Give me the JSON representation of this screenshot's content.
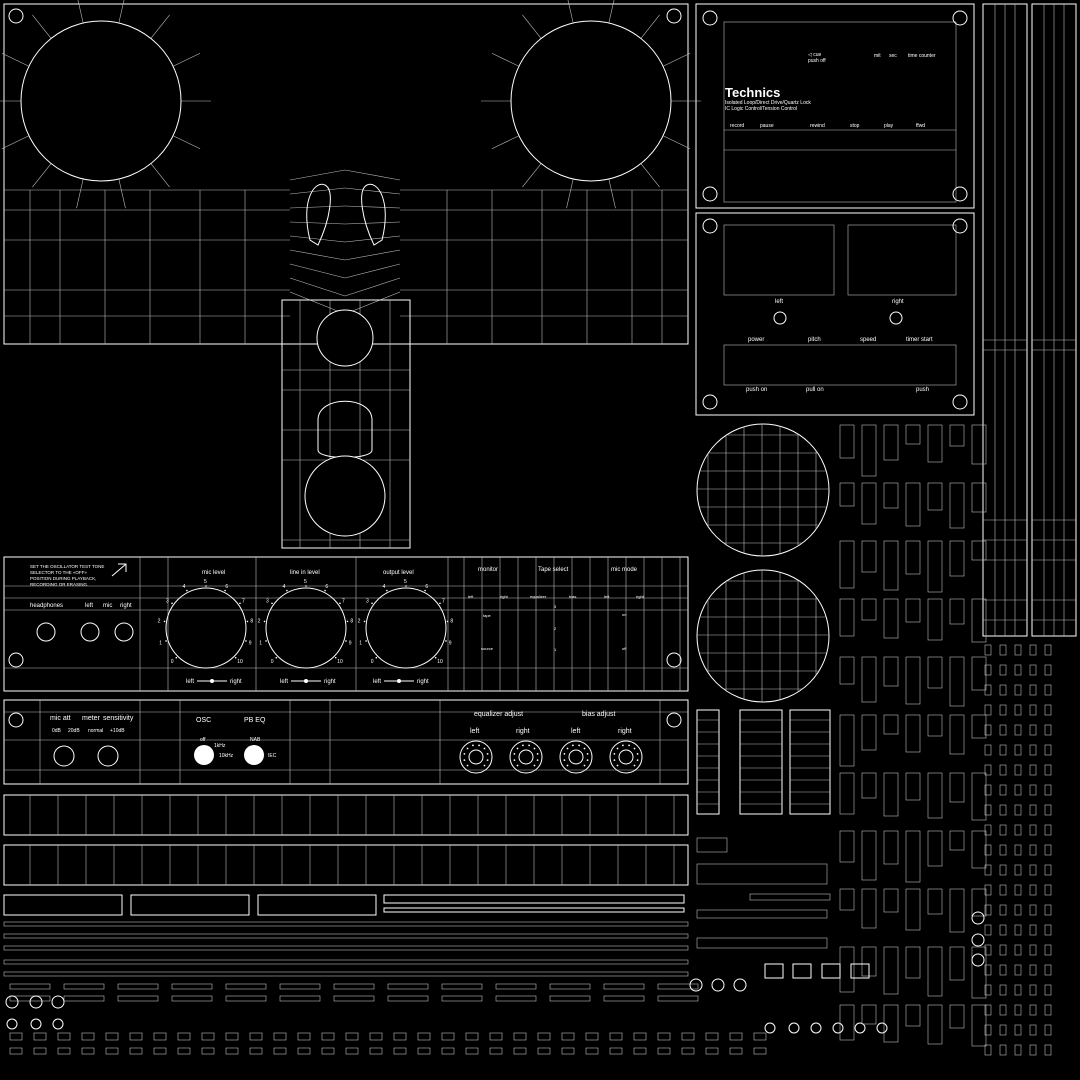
{
  "texture_sheet": {
    "brand_panel": {
      "brand": "Technics",
      "tagline_1": "Isolated Loop/Direct Drive/Quartz Lock",
      "tagline_2": "IC Logic Control/Tension Control",
      "top_labels": [
        "cue\npush off",
        "mit",
        "sec",
        "time counter"
      ],
      "transport_labels": [
        "record",
        "pause",
        "rewind",
        "stop",
        "play",
        "ffwd"
      ]
    },
    "reel_panel": {
      "left": "left",
      "right": "right",
      "row_labels": [
        "power",
        "pitch",
        "speed",
        "timer start"
      ],
      "bottom_labels": [
        "push on",
        "pull on",
        "push"
      ]
    },
    "front_panel": {
      "notice": [
        "SET THE OSCILLATOR TEST TONE",
        "SELECTOR TO THE «OFF»",
        "POSITION DURING PLAYBACK,",
        "RECORDING OR ERASING."
      ],
      "headphones": "headphones",
      "jacks": [
        "left",
        "mic",
        "right"
      ],
      "knobs": [
        {
          "title": "mic level",
          "left": "left",
          "right": "right"
        },
        {
          "title": "line in level",
          "left": "left",
          "right": "right"
        },
        {
          "title": "output level",
          "left": "left",
          "right": "right"
        }
      ],
      "scale_numbers": [
        "0",
        "1",
        "2",
        "3",
        "4",
        "5",
        "6",
        "7",
        "8",
        "9",
        "10"
      ],
      "monitor": {
        "title": "monitor",
        "left": "left",
        "right": "right",
        "tape": "tape",
        "source": "source"
      },
      "tape_select": {
        "title": "Tape select",
        "equalizer": "equalizer",
        "bias": "bias",
        "values": [
          "3",
          "2",
          "1"
        ]
      },
      "mic_mode": {
        "title": "mic mode",
        "left": "left",
        "right": "right",
        "on": "on",
        "off": "off"
      }
    },
    "lower_panel": {
      "mic_att": {
        "title": "mic att",
        "options": [
          "0dB",
          "20dB"
        ]
      },
      "meter": {
        "title": "meter",
        "sub": "sensitivity",
        "options": [
          "normal",
          "+10dB"
        ]
      },
      "osc": {
        "title": "OSC",
        "off": "off",
        "khz1": "1kHz",
        "khz10": "10kHz"
      },
      "pb_eq": {
        "title": "PB EQ",
        "nab": "NAB",
        "iec": "IEC"
      },
      "equalizer_adjust": {
        "title": "equalizer adjust",
        "left": "left",
        "right": "right"
      },
      "bias_adjust": {
        "title": "bias adjust",
        "left": "left",
        "right": "right"
      }
    },
    "colors": {
      "background": "#000000",
      "wire": "#ffffff"
    }
  }
}
